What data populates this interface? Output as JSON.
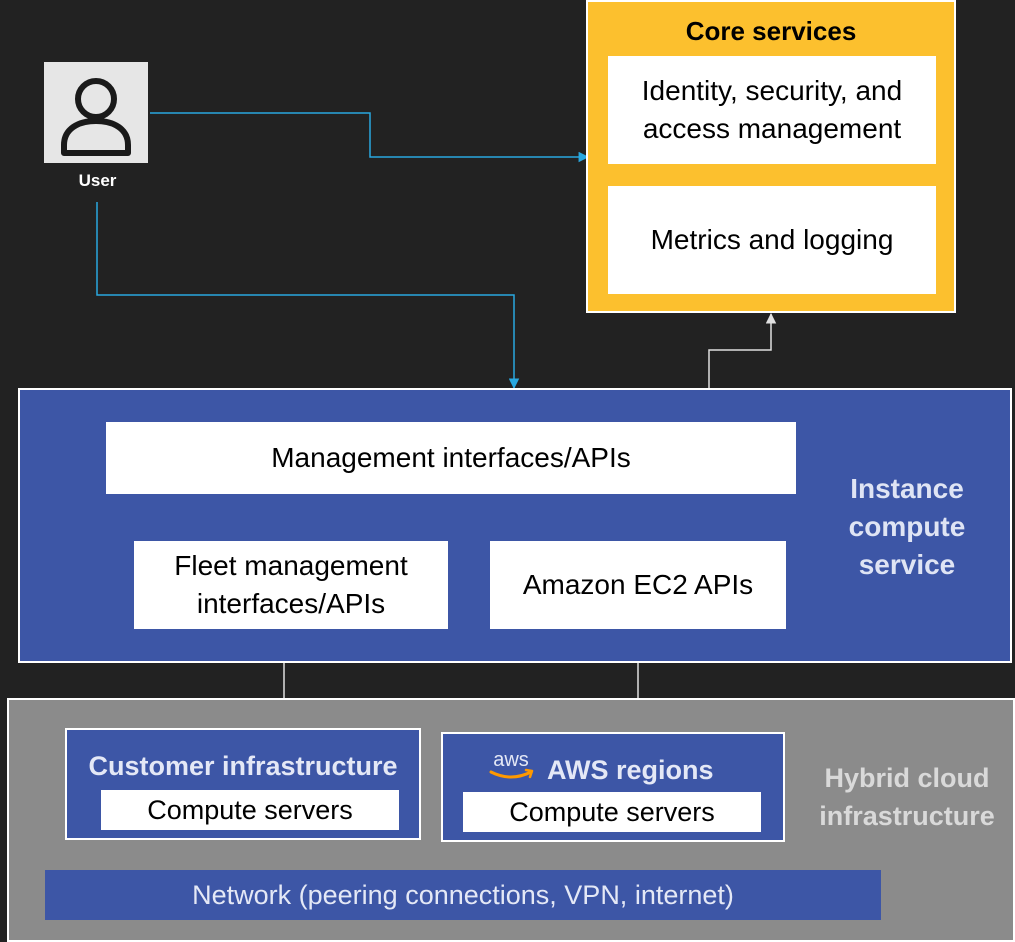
{
  "user": {
    "label": "User",
    "icon": "user-icon"
  },
  "core_services": {
    "title": "Core services",
    "items": [
      {
        "label": "Identity, security, and access management"
      },
      {
        "label": "Metrics and logging"
      }
    ]
  },
  "instance_compute_service": {
    "title": "Instance compute service",
    "management_api": "Management interfaces/APIs",
    "fleet_api": "Fleet management interfaces/APIs",
    "ec2_api": "Amazon EC2 APIs"
  },
  "hybrid_cloud": {
    "title": "Hybrid cloud infrastructure",
    "customer_infrastructure": {
      "title": "Customer infrastructure",
      "servers": "Compute servers"
    },
    "aws_regions": {
      "logo_text": "aws",
      "title": "AWS regions",
      "servers": "Compute servers"
    },
    "network": "Network (peering connections, VPN, internet)"
  },
  "colors": {
    "background": "#222222",
    "core_yellow": "#fcc02e",
    "service_blue": "#3d56a6",
    "hybrid_gray": "#8b8b8b",
    "user_connector": "#29a8e0",
    "internal_connector": "#e0e0e0",
    "aws_orange": "#ff9900"
  }
}
